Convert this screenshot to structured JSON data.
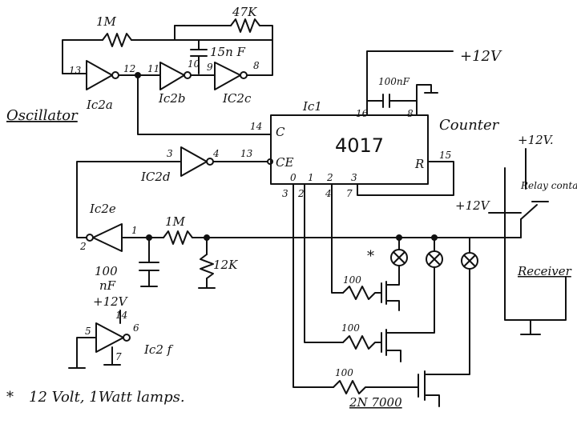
{
  "labels": {
    "r_feedback": "1M",
    "r_47k": "47K",
    "c_15nf": "15n F",
    "supply_top": "+12V",
    "c_100nf_top": "100nF",
    "oscillator": "Oscillator",
    "ic2a": "Ic2a",
    "ic2b": "Ic2b",
    "ic2c": "IC2c",
    "ic1": "Ic1",
    "ic_number": "4017",
    "counter": "Counter",
    "pin_c": "C",
    "pin_ce": "CE",
    "pin_r": "R",
    "ic2d": "IC2d",
    "ic2e": "Ic2e",
    "r_1m_mid": "1M",
    "r_12k": "12K",
    "c_100_nf_a": "100",
    "c_100_nf_b": "nF",
    "supply_ic2f": "+12V",
    "ic2f": "Ic2 f",
    "supply_right": "+12V.",
    "relay_contact": "Relay contact",
    "supply_relay": "+12V",
    "receiver": "Receiver",
    "r_gate_1": "100",
    "r_gate_2": "100",
    "r_gate_3": "100",
    "transistor": "2N 7000",
    "star": "*",
    "footnote": "12 Volt, 1Watt lamps."
  },
  "pins": {
    "p13": "13",
    "p12": "12",
    "p11": "11",
    "p10": "10",
    "p9": "9",
    "p8": "8",
    "p16": "16",
    "p8b": "8",
    "p14": "14",
    "p3": "3",
    "p4": "4",
    "p13b": "13",
    "p15": "15",
    "q0": "0",
    "q1": "1",
    "q2": "2",
    "q3": "3",
    "o3": "3",
    "o2": "2",
    "o4": "4",
    "o7": "7",
    "p2": "2",
    "p1": "1",
    "p14b": "14",
    "p5": "5",
    "p6": "6",
    "p7": "7"
  }
}
